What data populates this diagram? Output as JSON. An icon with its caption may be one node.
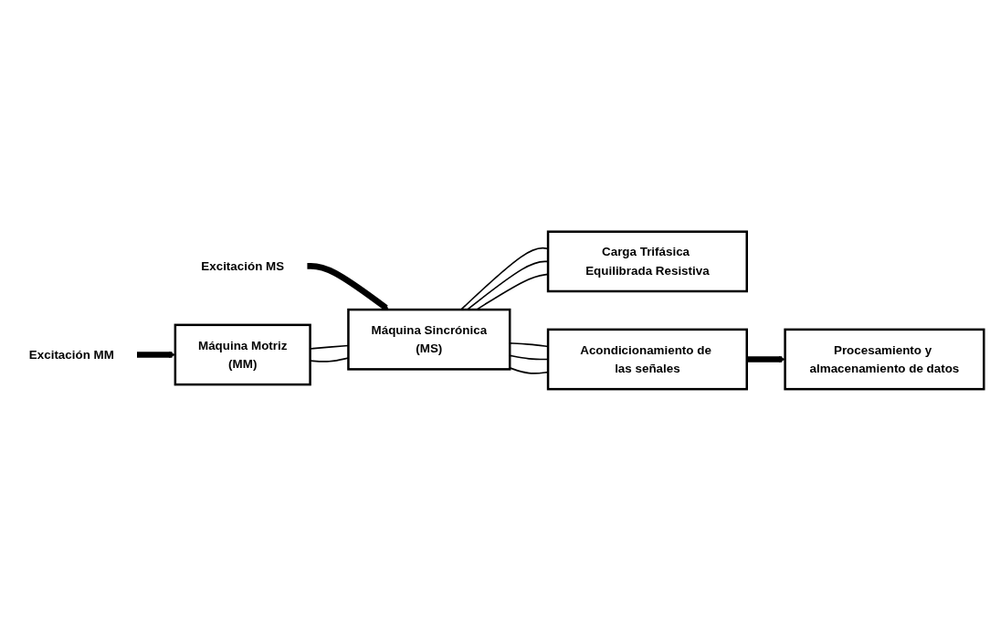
{
  "diagram": {
    "nodes": [
      {
        "text": [
          "Excitación MM"
        ]
      },
      {
        "text": [
          "Excitación MS"
        ]
      },
      {
        "text": [
          "Máquina Motriz",
          "(MM)"
        ]
      },
      {
        "text": [
          "Máquina Sincrónica",
          "(MS)"
        ]
      },
      {
        "text": [
          "Carga Trifásica Equilibrada Resistiva"
        ]
      },
      {
        "text": [
          "Acondicionamiento de las señales"
        ]
      },
      {
        "text": [
          "Procesamiento y almacenamiento de datos"
        ]
      }
    ],
    "edges": [
      {
        "from": 0,
        "to": 2,
        "arrow": "to",
        "style": "thick"
      },
      {
        "from": 1,
        "to": 3,
        "arrow": "to",
        "style": "thick"
      },
      {
        "from": 2,
        "to": 3,
        "arrow": "none"
      },
      {
        "from": 2,
        "to": 3,
        "arrow": "none"
      },
      {
        "from": 3,
        "to": 4,
        "arrow": "none"
      },
      {
        "from": 3,
        "to": 4,
        "arrow": "none"
      },
      {
        "from": 3,
        "to": 4,
        "arrow": "none"
      },
      {
        "from": 3,
        "to": 5,
        "arrow": "none"
      },
      {
        "from": 3,
        "to": 5,
        "arrow": "none"
      },
      {
        "from": 3,
        "to": 5,
        "arrow": "none"
      },
      {
        "from": 5,
        "to": 6,
        "arrow": "to",
        "style": "thick"
      }
    ]
  }
}
